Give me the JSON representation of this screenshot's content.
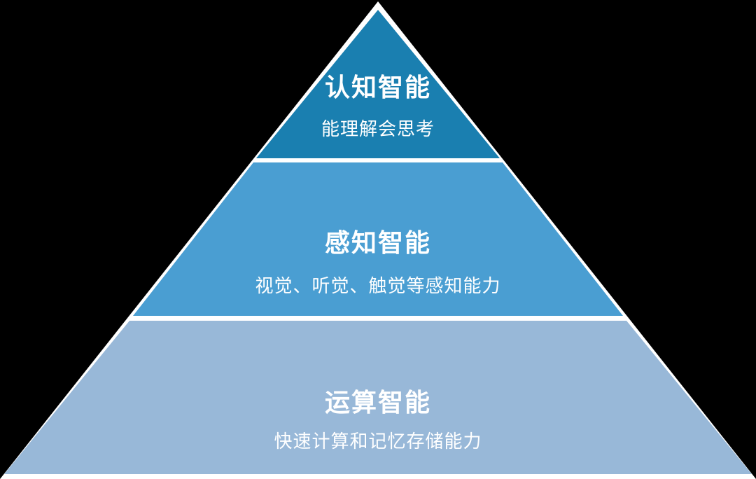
{
  "diagram": {
    "type": "pyramid",
    "colors": {
      "background": "#000000",
      "outline": "#ffffff",
      "top": "#1a7fb0",
      "middle": "#4a9ed2",
      "bottom": "#98b8d8"
    },
    "levels": [
      {
        "title": "认知智能",
        "subtitle": "能理解会思考"
      },
      {
        "title": "感知智能",
        "subtitle": "视觉、听觉、触觉等感知能力"
      },
      {
        "title": "运算智能",
        "subtitle": "快速计算和记忆存储能力"
      }
    ]
  }
}
